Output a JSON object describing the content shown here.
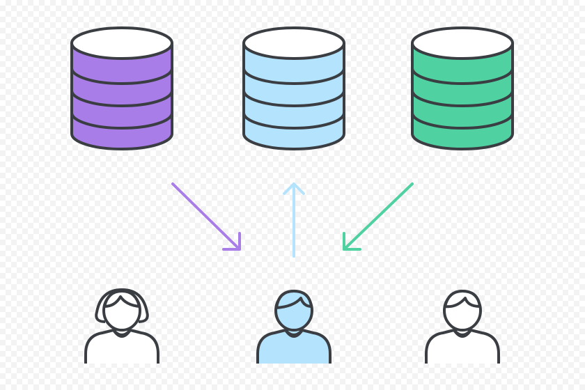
{
  "colors": {
    "outline": "#3a3d42",
    "db_left": "#a97de8",
    "db_center": "#b3e3fd",
    "db_right": "#4fd1a1",
    "db_top": "#ffffff",
    "arrow_left": "#a97de8",
    "arrow_center": "#b3e3fd",
    "arrow_right": "#4fd1a1",
    "person_center": "#b3e3fd",
    "person_other": "#ffffff"
  },
  "diagram": {
    "databases": [
      {
        "id": "database-left",
        "color_key": "db_left"
      },
      {
        "id": "database-center",
        "color_key": "db_center"
      },
      {
        "id": "database-right",
        "color_key": "db_right"
      }
    ],
    "arrows": [
      {
        "id": "arrow-left-down",
        "direction": "toward-user",
        "color_key": "arrow_left"
      },
      {
        "id": "arrow-center-up",
        "direction": "toward-database",
        "color_key": "arrow_center"
      },
      {
        "id": "arrow-right-down",
        "direction": "toward-user",
        "color_key": "arrow_right"
      }
    ],
    "users": [
      {
        "id": "user-left",
        "type": "female",
        "color_key": "person_other"
      },
      {
        "id": "user-center",
        "type": "male-highlighted",
        "color_key": "person_center"
      },
      {
        "id": "user-right",
        "type": "male",
        "color_key": "person_other"
      }
    ]
  }
}
